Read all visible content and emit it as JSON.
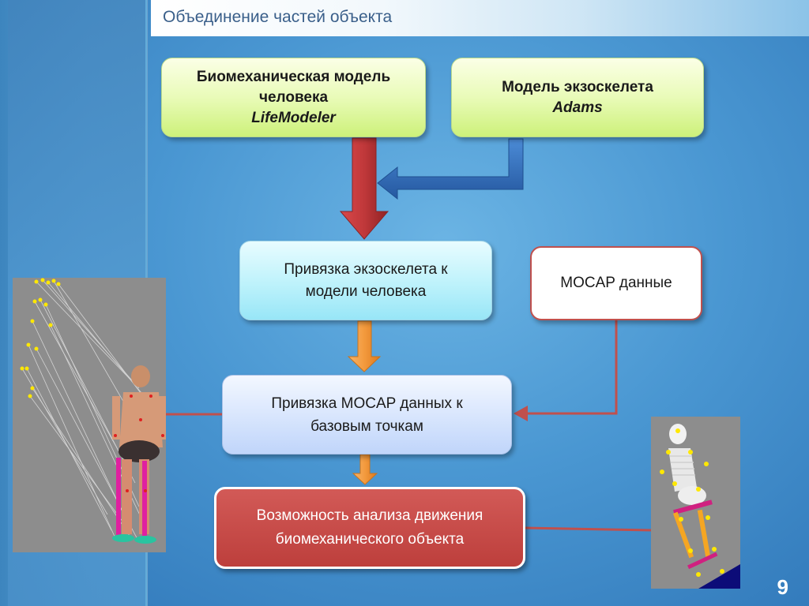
{
  "slide": {
    "title": "Объединение частей объекта",
    "page_number": "9"
  },
  "boxes": {
    "biomech_line1": "Биомеханическая модель",
    "biomech_line2": "человека",
    "biomech_line3": "LifeModeler",
    "exo_line1": "Модель экзоскелета",
    "exo_line2": "Adams",
    "binding_line1": "Привязка экзоскелета к",
    "binding_line2": "модели человека",
    "mocap": "MOCAP данные",
    "mocap_binding_line1": "Привязка MOCAP данных к",
    "mocap_binding_line2": "базовым точкам",
    "analysis_line1": "Возможность анализа движения",
    "analysis_line2": "биомеханического объекта"
  },
  "colors": {
    "accent_red": "#c0504d",
    "arrow_red": "#c0383a",
    "arrow_blue": "#3572c0",
    "arrow_orange": "#f39a3d",
    "title_text": "#3a5f8a"
  }
}
